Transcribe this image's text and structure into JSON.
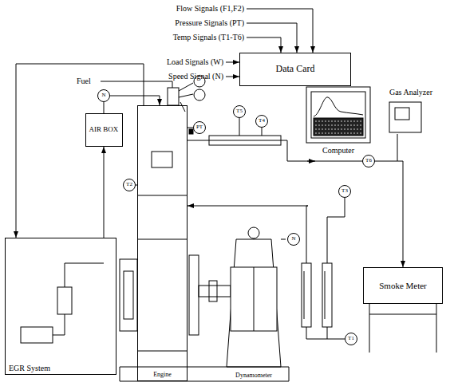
{
  "diagram": {
    "nodes": [
      {
        "text": [
          "Data Card"
        ]
      },
      {
        "text": [
          "Computer"
        ]
      },
      {
        "text": [
          "Gas Analyzer"
        ]
      },
      {
        "text": [
          "N"
        ]
      },
      {
        "text": [
          "AIR BOX"
        ]
      },
      {
        "text": [
          "T5"
        ]
      },
      {
        "text": [
          "PT"
        ]
      },
      {
        "text": [
          "T4"
        ]
      },
      {
        "text": [
          "T6"
        ]
      },
      {
        "text": [
          "T2"
        ]
      },
      {
        "text": [
          "Engine"
        ]
      },
      {
        "text": [
          "T3"
        ]
      },
      {
        "text": [
          "N"
        ]
      },
      {
        "text": [
          "Smoke Meter"
        ]
      },
      {
        "text": [
          "T1"
        ]
      },
      {
        "text": [
          "EGR System"
        ]
      },
      {
        "text": [
          "Dynamometer"
        ]
      }
    ],
    "edges": [
      {
        "from": 15,
        "to": 4,
        "arrow": "to"
      },
      {
        "from": 10,
        "to": 15,
        "arrow": "to"
      },
      {
        "from": 4,
        "to": 10,
        "arrow": "to"
      },
      {
        "from": 10,
        "to": 13,
        "arrow": "to"
      }
    ],
    "labels": [
      "Flow Signals (F1,F2)",
      "Pressure Signals (PT)",
      "Temp Signals (T1-T6)",
      "Load Signals (W)",
      "Speed Signal (N)",
      "Fuel"
    ]
  }
}
